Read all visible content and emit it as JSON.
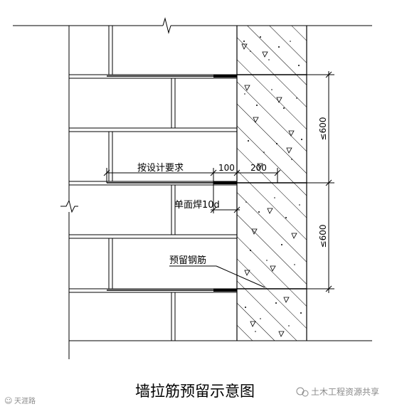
{
  "title": "墙拉筋预留示意图",
  "labels": {
    "design_requirement": "按设计要求",
    "dim_100": "100",
    "dim_200": "200",
    "single_weld": "单面焊10d",
    "reserved_rebar": "预留钢筋",
    "spacing_top": "≤600",
    "spacing_bottom": "≤600"
  },
  "watermarks": {
    "left": "天涯路",
    "right": "土木工程资源共享"
  },
  "colors": {
    "line": "#000000",
    "background": "#ffffff",
    "watermark": "#8a8a8a"
  }
}
